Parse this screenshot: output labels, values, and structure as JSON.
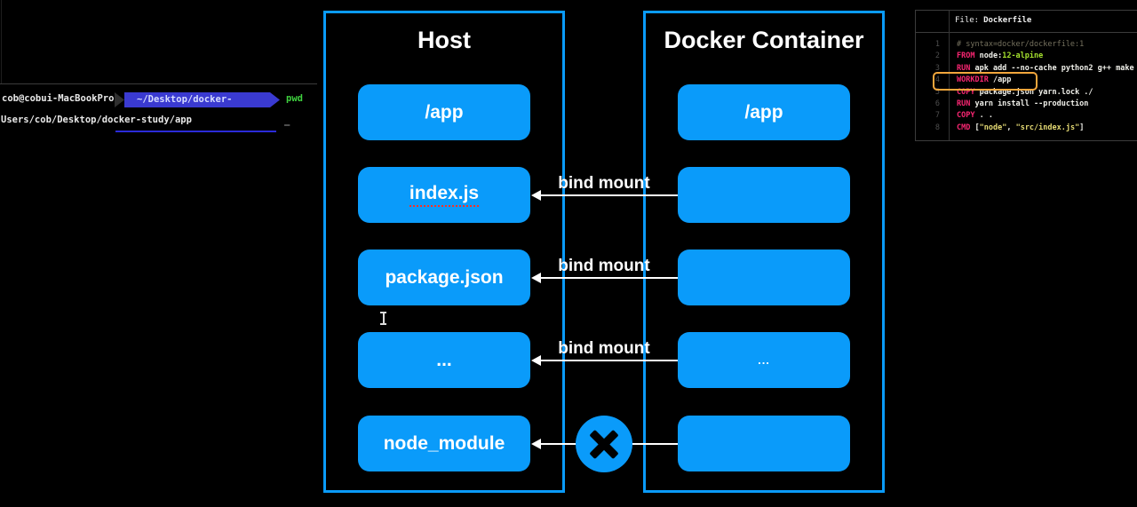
{
  "terminal": {
    "prompt_user": "cob@cobui-MacBookPro",
    "prompt_path": "~/Desktop/docker-study/app",
    "prompt_command": "pwd",
    "output_line": "Users/cob/Desktop/docker-study/app",
    "cursor": "_"
  },
  "diagram": {
    "host_title": "Host",
    "container_title": "Docker Container",
    "rows": [
      {
        "host_label": "/app",
        "container_label": "/app",
        "arrow": false,
        "label": "",
        "blocked": false,
        "squiggle": false,
        "small_container_text": false
      },
      {
        "host_label": "index.js",
        "container_label": "",
        "arrow": true,
        "label": "bind mount",
        "blocked": false,
        "squiggle": true,
        "small_container_text": false
      },
      {
        "host_label": "package.json",
        "container_label": "",
        "arrow": true,
        "label": "bind mount",
        "blocked": false,
        "squiggle": false,
        "small_container_text": false
      },
      {
        "host_label": "...",
        "container_label": "...",
        "arrow": true,
        "label": "bind mount",
        "blocked": false,
        "squiggle": false,
        "small_container_text": true
      },
      {
        "host_label": "node_module",
        "container_label": "",
        "arrow": true,
        "label": "",
        "blocked": true,
        "squiggle": false,
        "small_container_text": false
      }
    ]
  },
  "editor": {
    "header_prefix": "File:",
    "header_filename": "Dockerfile",
    "lines": [
      {
        "no": "1",
        "highlighted": false,
        "segments": [
          {
            "t": "# syntax=docker/dockerfile:1",
            "c": "comment"
          }
        ]
      },
      {
        "no": "2",
        "highlighted": false,
        "segments": [
          {
            "t": "FROM",
            "c": "keyword"
          },
          {
            "t": " node:",
            "c": "plain"
          },
          {
            "t": "12-alpine",
            "c": "value"
          }
        ]
      },
      {
        "no": "3",
        "highlighted": false,
        "segments": [
          {
            "t": "RUN",
            "c": "keyword"
          },
          {
            "t": " apk add --no-cache python2 g++ make",
            "c": "plain"
          }
        ]
      },
      {
        "no": "4",
        "highlighted": true,
        "segments": [
          {
            "t": "WORKDIR",
            "c": "keyword"
          },
          {
            "t": " /app",
            "c": "plain"
          }
        ]
      },
      {
        "no": "5",
        "highlighted": false,
        "segments": [
          {
            "t": "COPY",
            "c": "keyword"
          },
          {
            "t": " package.json yarn.lock ./",
            "c": "plain"
          }
        ]
      },
      {
        "no": "6",
        "highlighted": false,
        "segments": [
          {
            "t": "RUN",
            "c": "keyword"
          },
          {
            "t": " yarn install --production",
            "c": "plain"
          }
        ]
      },
      {
        "no": "7",
        "highlighted": false,
        "segments": [
          {
            "t": "COPY",
            "c": "keyword"
          },
          {
            "t": " . .",
            "c": "plain"
          }
        ]
      },
      {
        "no": "8",
        "highlighted": false,
        "segments": [
          {
            "t": "CMD",
            "c": "keyword"
          },
          {
            "t": " [",
            "c": "plain"
          },
          {
            "t": "\"node\"",
            "c": "string"
          },
          {
            "t": ", ",
            "c": "plain"
          },
          {
            "t": "\"src/index.js\"",
            "c": "string"
          },
          {
            "t": "]",
            "c": "plain"
          }
        ]
      }
    ]
  },
  "colors": {
    "accent_blue": "#0a9bfa",
    "highlight_orange": "#f2a63c",
    "keyword_pink": "#f92672",
    "string_yellow": "#e6db74",
    "value_green": "#a6e22e",
    "comment_gray": "#75715e",
    "line_number_gray": "#4e4e4e",
    "squiggle_red": "#ff2d21",
    "powerline_blue": "#3a3ad1",
    "powerline_text": "#d6dcff",
    "prompt_green": "#3fd23f",
    "output_underline_blue": "#2b2bd9"
  }
}
